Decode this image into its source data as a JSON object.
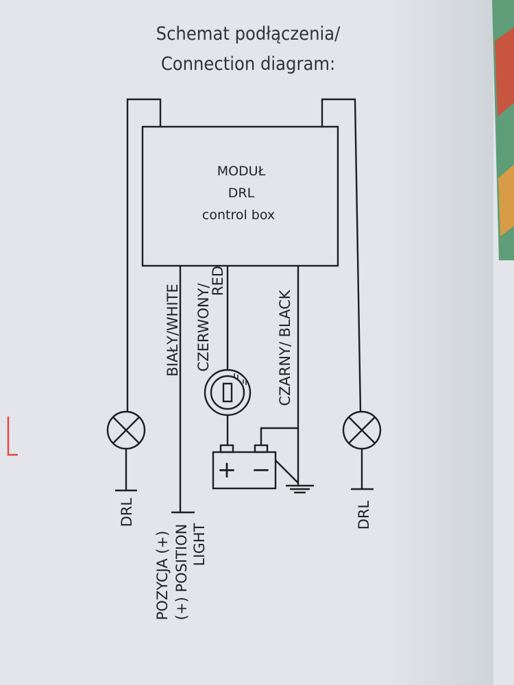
{
  "title": {
    "line1": "Schemat podłączenia/",
    "line2": "Connection diagram:"
  },
  "module": {
    "line1": "MODUŁ",
    "line2": "DRL",
    "line3": "control box"
  },
  "wires": {
    "white": "BIAŁY/WHITE",
    "red_line1": "CZERWONY/",
    "red_line2": "RED",
    "black": "CZARNY/ BLACK"
  },
  "outputs": {
    "drl_left": "DRL",
    "drl_right": "DRL",
    "position_line1": "POZYCJA (+)",
    "position_line2": "(+) POSITION",
    "position_line3": "LIGHT"
  },
  "battery": {
    "plus": "+",
    "minus": "−"
  },
  "colors": {
    "paper": "#e3e5eb",
    "ink": "#1e1e1e",
    "red_mark": "#e0483f"
  }
}
